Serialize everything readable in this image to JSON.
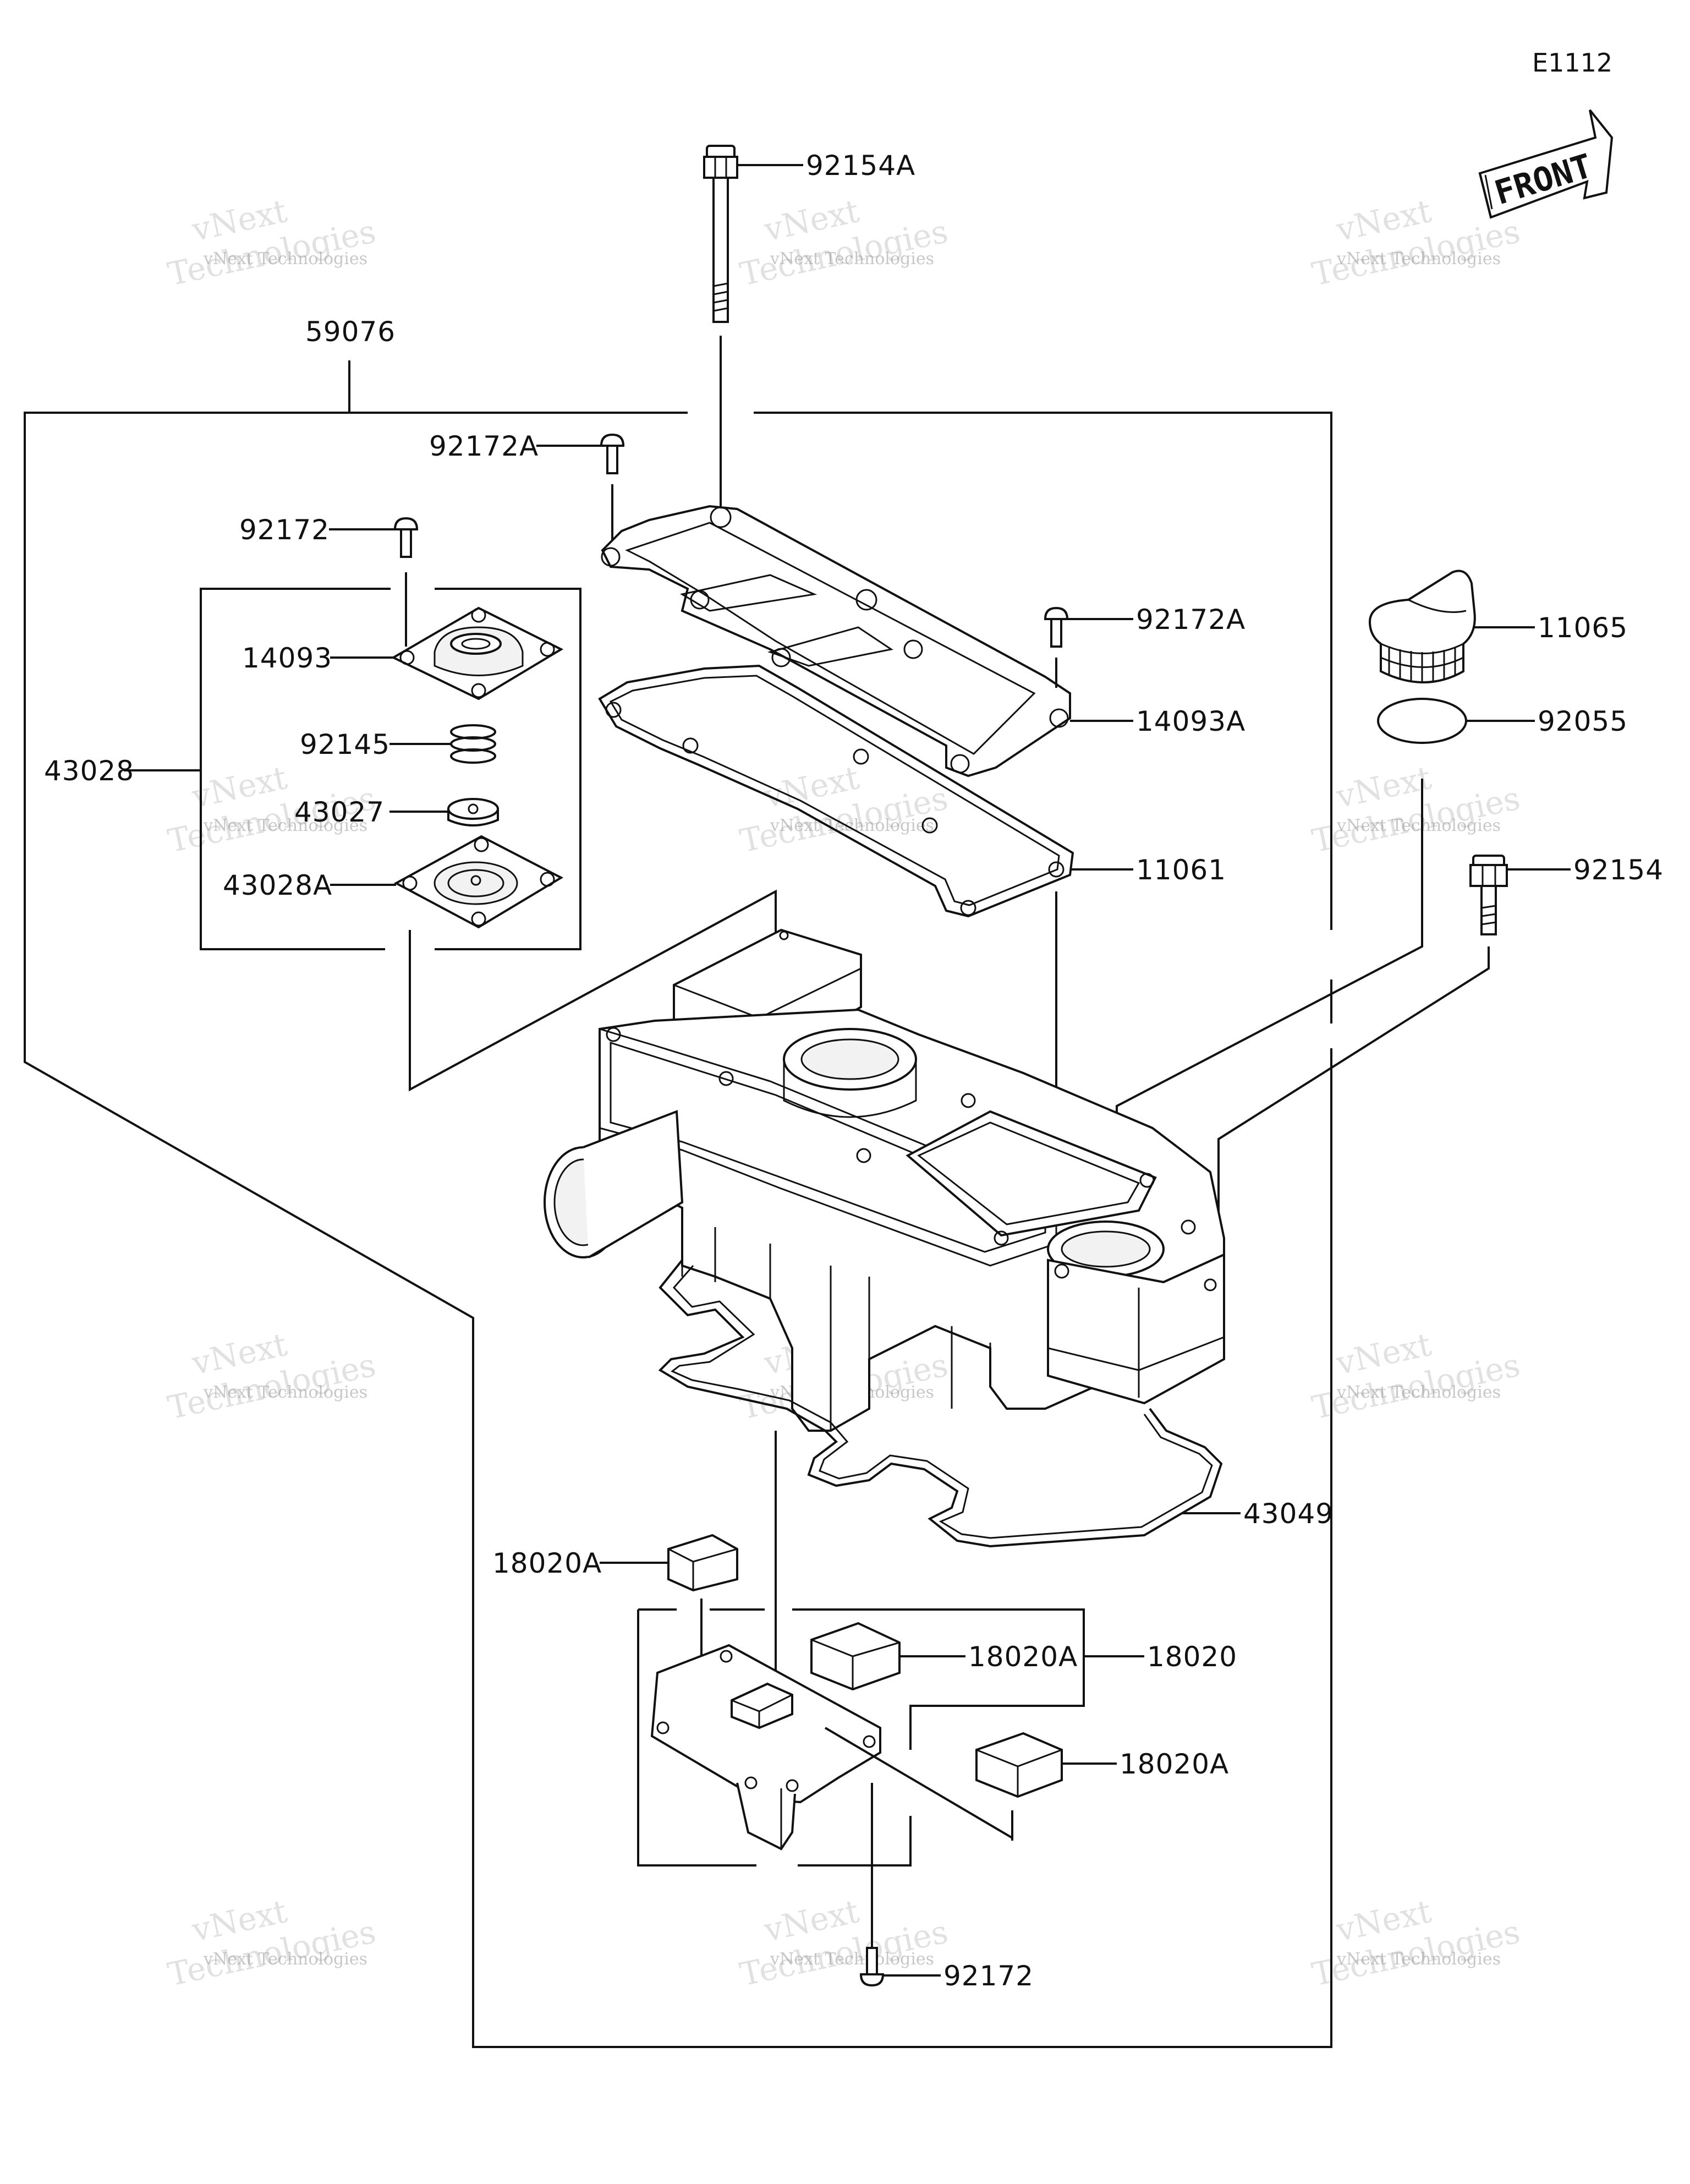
{
  "diagram": {
    "code": "E1112",
    "front_label": "FRONT",
    "parts": {
      "p59076": "59076",
      "p92154A": "92154A",
      "p92172A_top": "92172A",
      "p92172_top": "92172",
      "p14093": "14093",
      "p92145": "92145",
      "p43028": "43028",
      "p43027": "43027",
      "p43028A": "43028A",
      "p92172A_right": "92172A",
      "p14093A": "14093A",
      "p11061": "11061",
      "p11065": "11065",
      "p92055": "92055",
      "p92154": "92154",
      "p43049": "43049",
      "p18020A_left": "18020A",
      "p18020A_mid": "18020A",
      "p18020": "18020",
      "p18020A_low": "18020A",
      "p92172_bottom": "92172"
    },
    "watermark": {
      "line1": "vNext Technologies",
      "line2": "vNext",
      "line3": "Technologies"
    }
  }
}
